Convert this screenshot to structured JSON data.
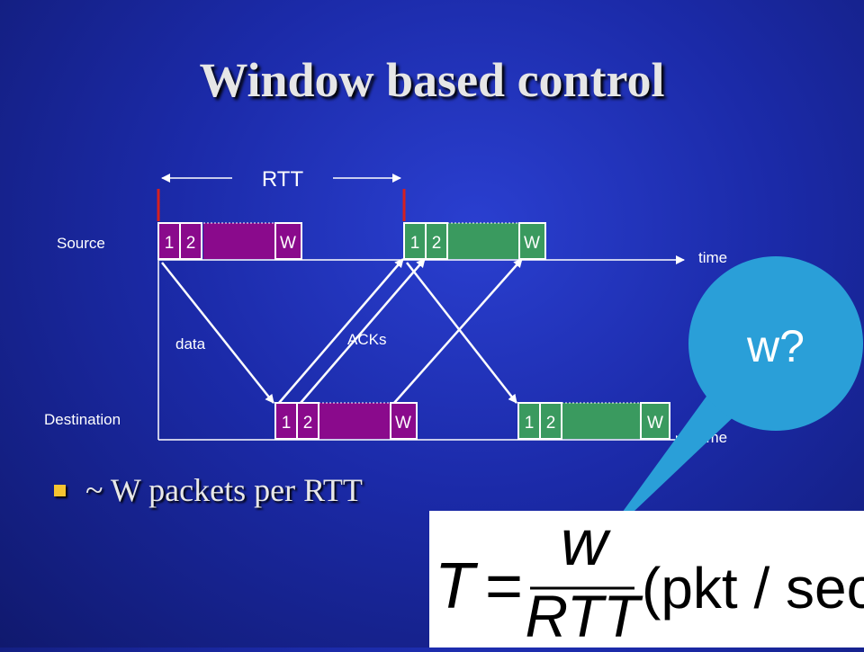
{
  "title": "Window based control",
  "labels": {
    "rtt": "RTT",
    "source": "Source",
    "destination": "Destination",
    "time_top": "time",
    "time_bottom": "time",
    "data": "data",
    "acks": "ACKs"
  },
  "packets": {
    "p1": "1",
    "p2": "2",
    "pw": "W"
  },
  "bubble": {
    "text": "w?"
  },
  "bullet": {
    "text": "~ W packets per RTT"
  },
  "formula": {
    "lhs": "T",
    "eq": "=",
    "numerator": "w",
    "denominator": "RTT",
    "unit": "(pkt / sec)"
  },
  "colors": {
    "purple": "#8a0a8c",
    "green": "#3a9a5f",
    "marker_red": "#d42020",
    "bubble_blue": "#2a9fd8",
    "bullet_yellow": "#f5c431"
  }
}
